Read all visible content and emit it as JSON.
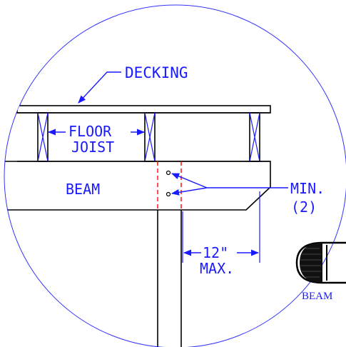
{
  "labels": {
    "decking": "DECKING",
    "floor_joist_line1": "FLOOR",
    "floor_joist_line2": "JOIST",
    "beam": "BEAM",
    "min": "MIN.",
    "count": "(2)",
    "dimension": "12\"",
    "max": "MAX.",
    "beam_caption": "BEAM"
  },
  "colors": {
    "annotation": "#1a1aff",
    "linework": "#000000",
    "cut_line": "#ff0000",
    "circle": "#3333ff"
  }
}
